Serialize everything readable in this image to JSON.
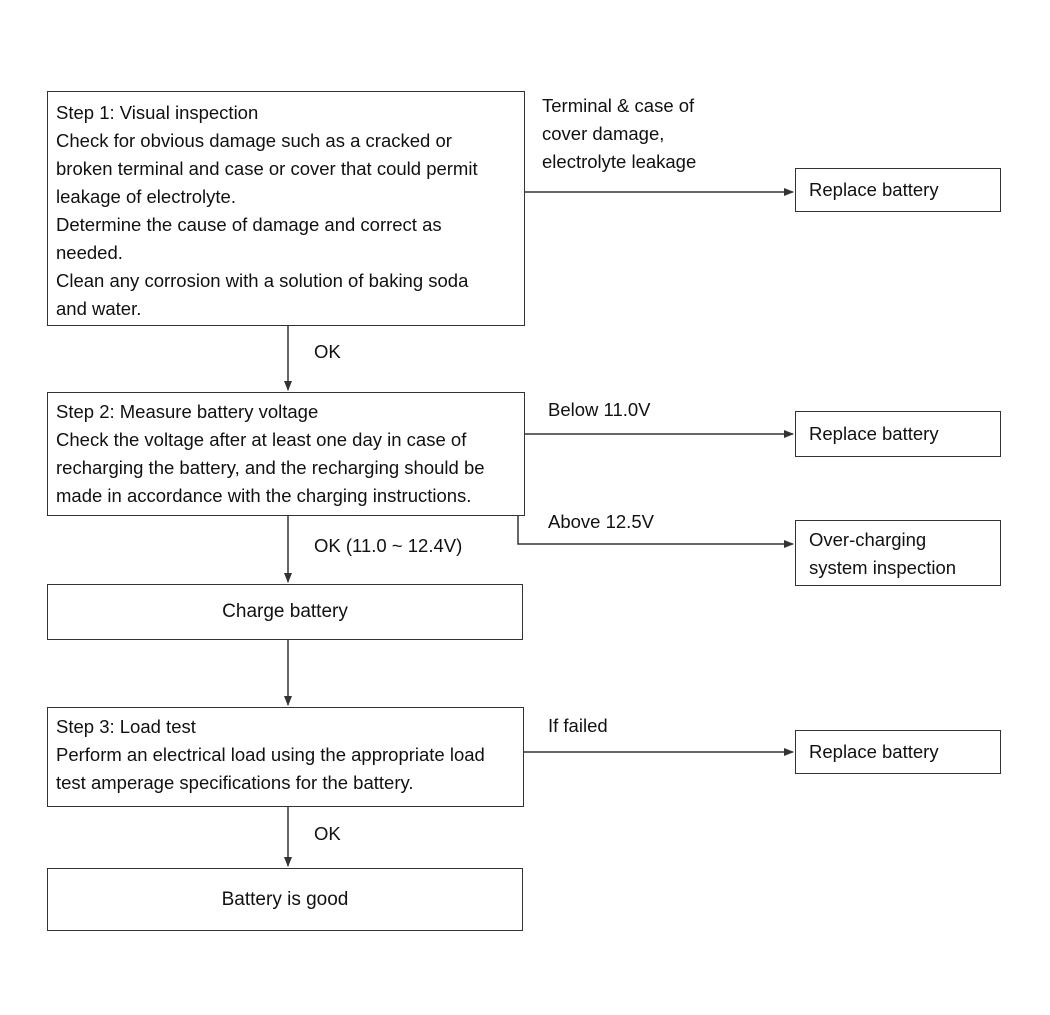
{
  "step1": {
    "title": "Step 1: Visual inspection",
    "lines": [
      "Check for obvious damage such as a cracked or",
      "broken terminal and case or cover that could permit",
      "leakage of electrolyte.",
      "Determine the cause of damage and correct as",
      "needed.",
      "Clean any corrosion with a solution of baking soda",
      "and water."
    ],
    "fail_condition": [
      "Terminal & case of",
      "cover damage,",
      "electrolyte leakage"
    ],
    "fail_result": "Replace battery",
    "ok_label": "OK"
  },
  "step2": {
    "title": "Step 2: Measure battery voltage",
    "lines": [
      "Check the voltage after at least one day in case of",
      "recharging the battery, and the recharging should be",
      "made in accordance with the charging instructions."
    ],
    "low_condition": "Below 11.0V",
    "low_result": "Replace battery",
    "high_condition": "Above 12.5V",
    "high_result": [
      "Over-charging",
      "system inspection"
    ],
    "ok_label": "OK (11.0 ~ 12.4V)"
  },
  "charge": {
    "label": "Charge battery"
  },
  "step3": {
    "title": "Step 3: Load test",
    "lines": [
      "Perform an electrical load using the appropriate load",
      "test amperage specifications for the battery."
    ],
    "fail_condition": "If failed",
    "fail_result": "Replace battery",
    "ok_label": "OK"
  },
  "final": {
    "label": "Battery is good"
  },
  "colors": {
    "stroke": "#333333",
    "text": "#111111",
    "background": "#ffffff"
  }
}
